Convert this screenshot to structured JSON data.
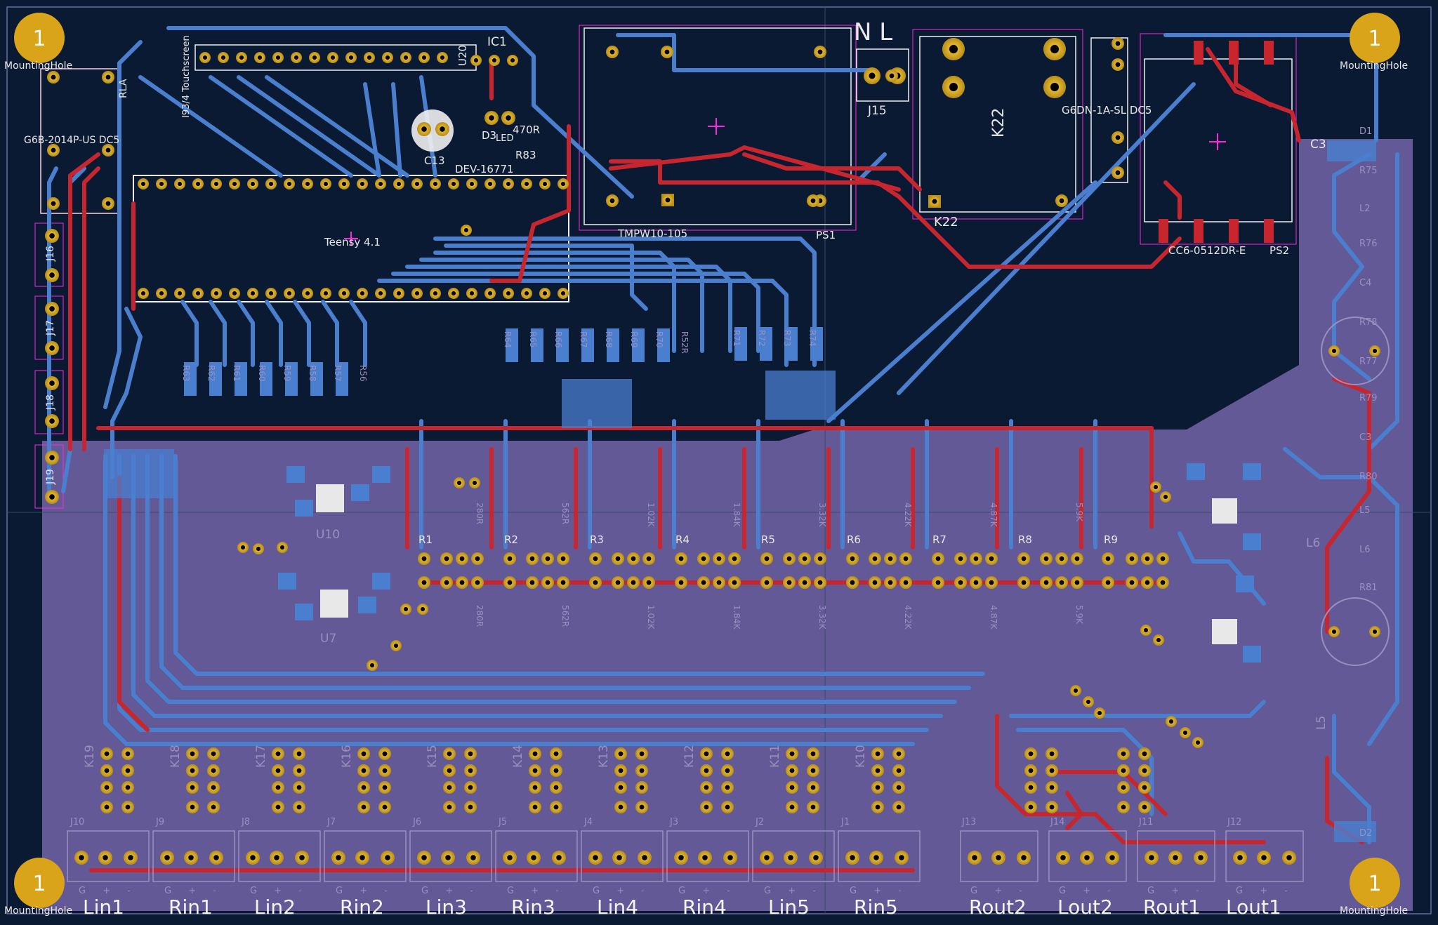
{
  "colors": {
    "background": "#0b1a33",
    "copper_front": "#c8262e",
    "copper_back": "#4a7fd0",
    "zone_fill": "#6a5e9e",
    "pad_gold": "#c9a227",
    "silkscreen": "#f0f0f0",
    "courtyard": "#ff26e2"
  },
  "mounting_holes": {
    "number": "1",
    "label": "MountingHole"
  },
  "module_labels": {
    "teensy": "Teensy 4.1",
    "dev_board": "DEV-16771",
    "c13": "C13",
    "d3": "D3",
    "led": "LED",
    "r83": "R83",
    "r83_value": "470R",
    "ic1": "IC1",
    "u20": "U20",
    "ps1_part": "TMPW10-105",
    "ps1": "PS1",
    "j15": "J15",
    "nl": "N L",
    "k22": "K22",
    "k22_top": "K22",
    "relay_part": "G6DN-1A",
    "relay_part2": "G6DN-1A-SL DC5",
    "dcdc_part": "CC6-0512DR-E",
    "ps2": "PS2",
    "g6b": "G6B-2014P-US DC5",
    "rla": "RLA",
    "i93": "I93/4 Touchscreen",
    "lm": "L2",
    "u10": "U10",
    "u7": "U7",
    "l6": "L6",
    "l5": "L5",
    "c3": "C3"
  },
  "resistor_groups": {
    "top_left": [
      "R63",
      "R62",
      "R61",
      "R60",
      "R59",
      "R58",
      "R57",
      "R56"
    ],
    "top_mid": [
      "R64",
      "R65",
      "R66",
      "R67",
      "R68",
      "R69",
      "R70",
      "R52R"
    ],
    "top_right": [
      "R71",
      "R72",
      "R73",
      "R74"
    ]
  },
  "channel_rows": {
    "labels": [
      "R1",
      "R2",
      "R3",
      "R4",
      "R5",
      "R6",
      "R7",
      "R8",
      "R9"
    ],
    "values_top": [
      "280R",
      "562R",
      "1.02K",
      "1.84K",
      "3.32K",
      "4.22K",
      "4.87K",
      "5.9K",
      ""
    ],
    "values_bottom": [
      "280R",
      "562R",
      "1.02K",
      "1.84K",
      "3.32K",
      "4.22K",
      "4.87K",
      "5.9K",
      ""
    ]
  },
  "relays_bottom": [
    "K19",
    "K18",
    "K17",
    "K16",
    "K15",
    "K14",
    "K13",
    "K12",
    "K11",
    "K10"
  ],
  "jacks_bottom": [
    "J10",
    "J9",
    "J8",
    "J7",
    "J6",
    "J5",
    "J4",
    "J3",
    "J2",
    "J1",
    "J13",
    "J14",
    "J11",
    "J12"
  ],
  "connector_pin_labels": "G + -",
  "connectors": {
    "inputs": [
      "Lin1",
      "Rin1",
      "Lin2",
      "Rin2",
      "Lin3",
      "Rin3",
      "Lin4",
      "Rin4",
      "Lin5",
      "Rin5"
    ],
    "outputs": [
      "Rout2",
      "Lout2",
      "Rout1",
      "Lout1"
    ]
  },
  "side_labels": {
    "left_jacks": [
      "J16",
      "J17",
      "J18",
      "J19"
    ],
    "right_parts": [
      "D1",
      "R75",
      "L2",
      "R76",
      "C4",
      "R78",
      "R77",
      "R79",
      "C3",
      "R80",
      "L5",
      "L6",
      "R81",
      "D2"
    ]
  }
}
